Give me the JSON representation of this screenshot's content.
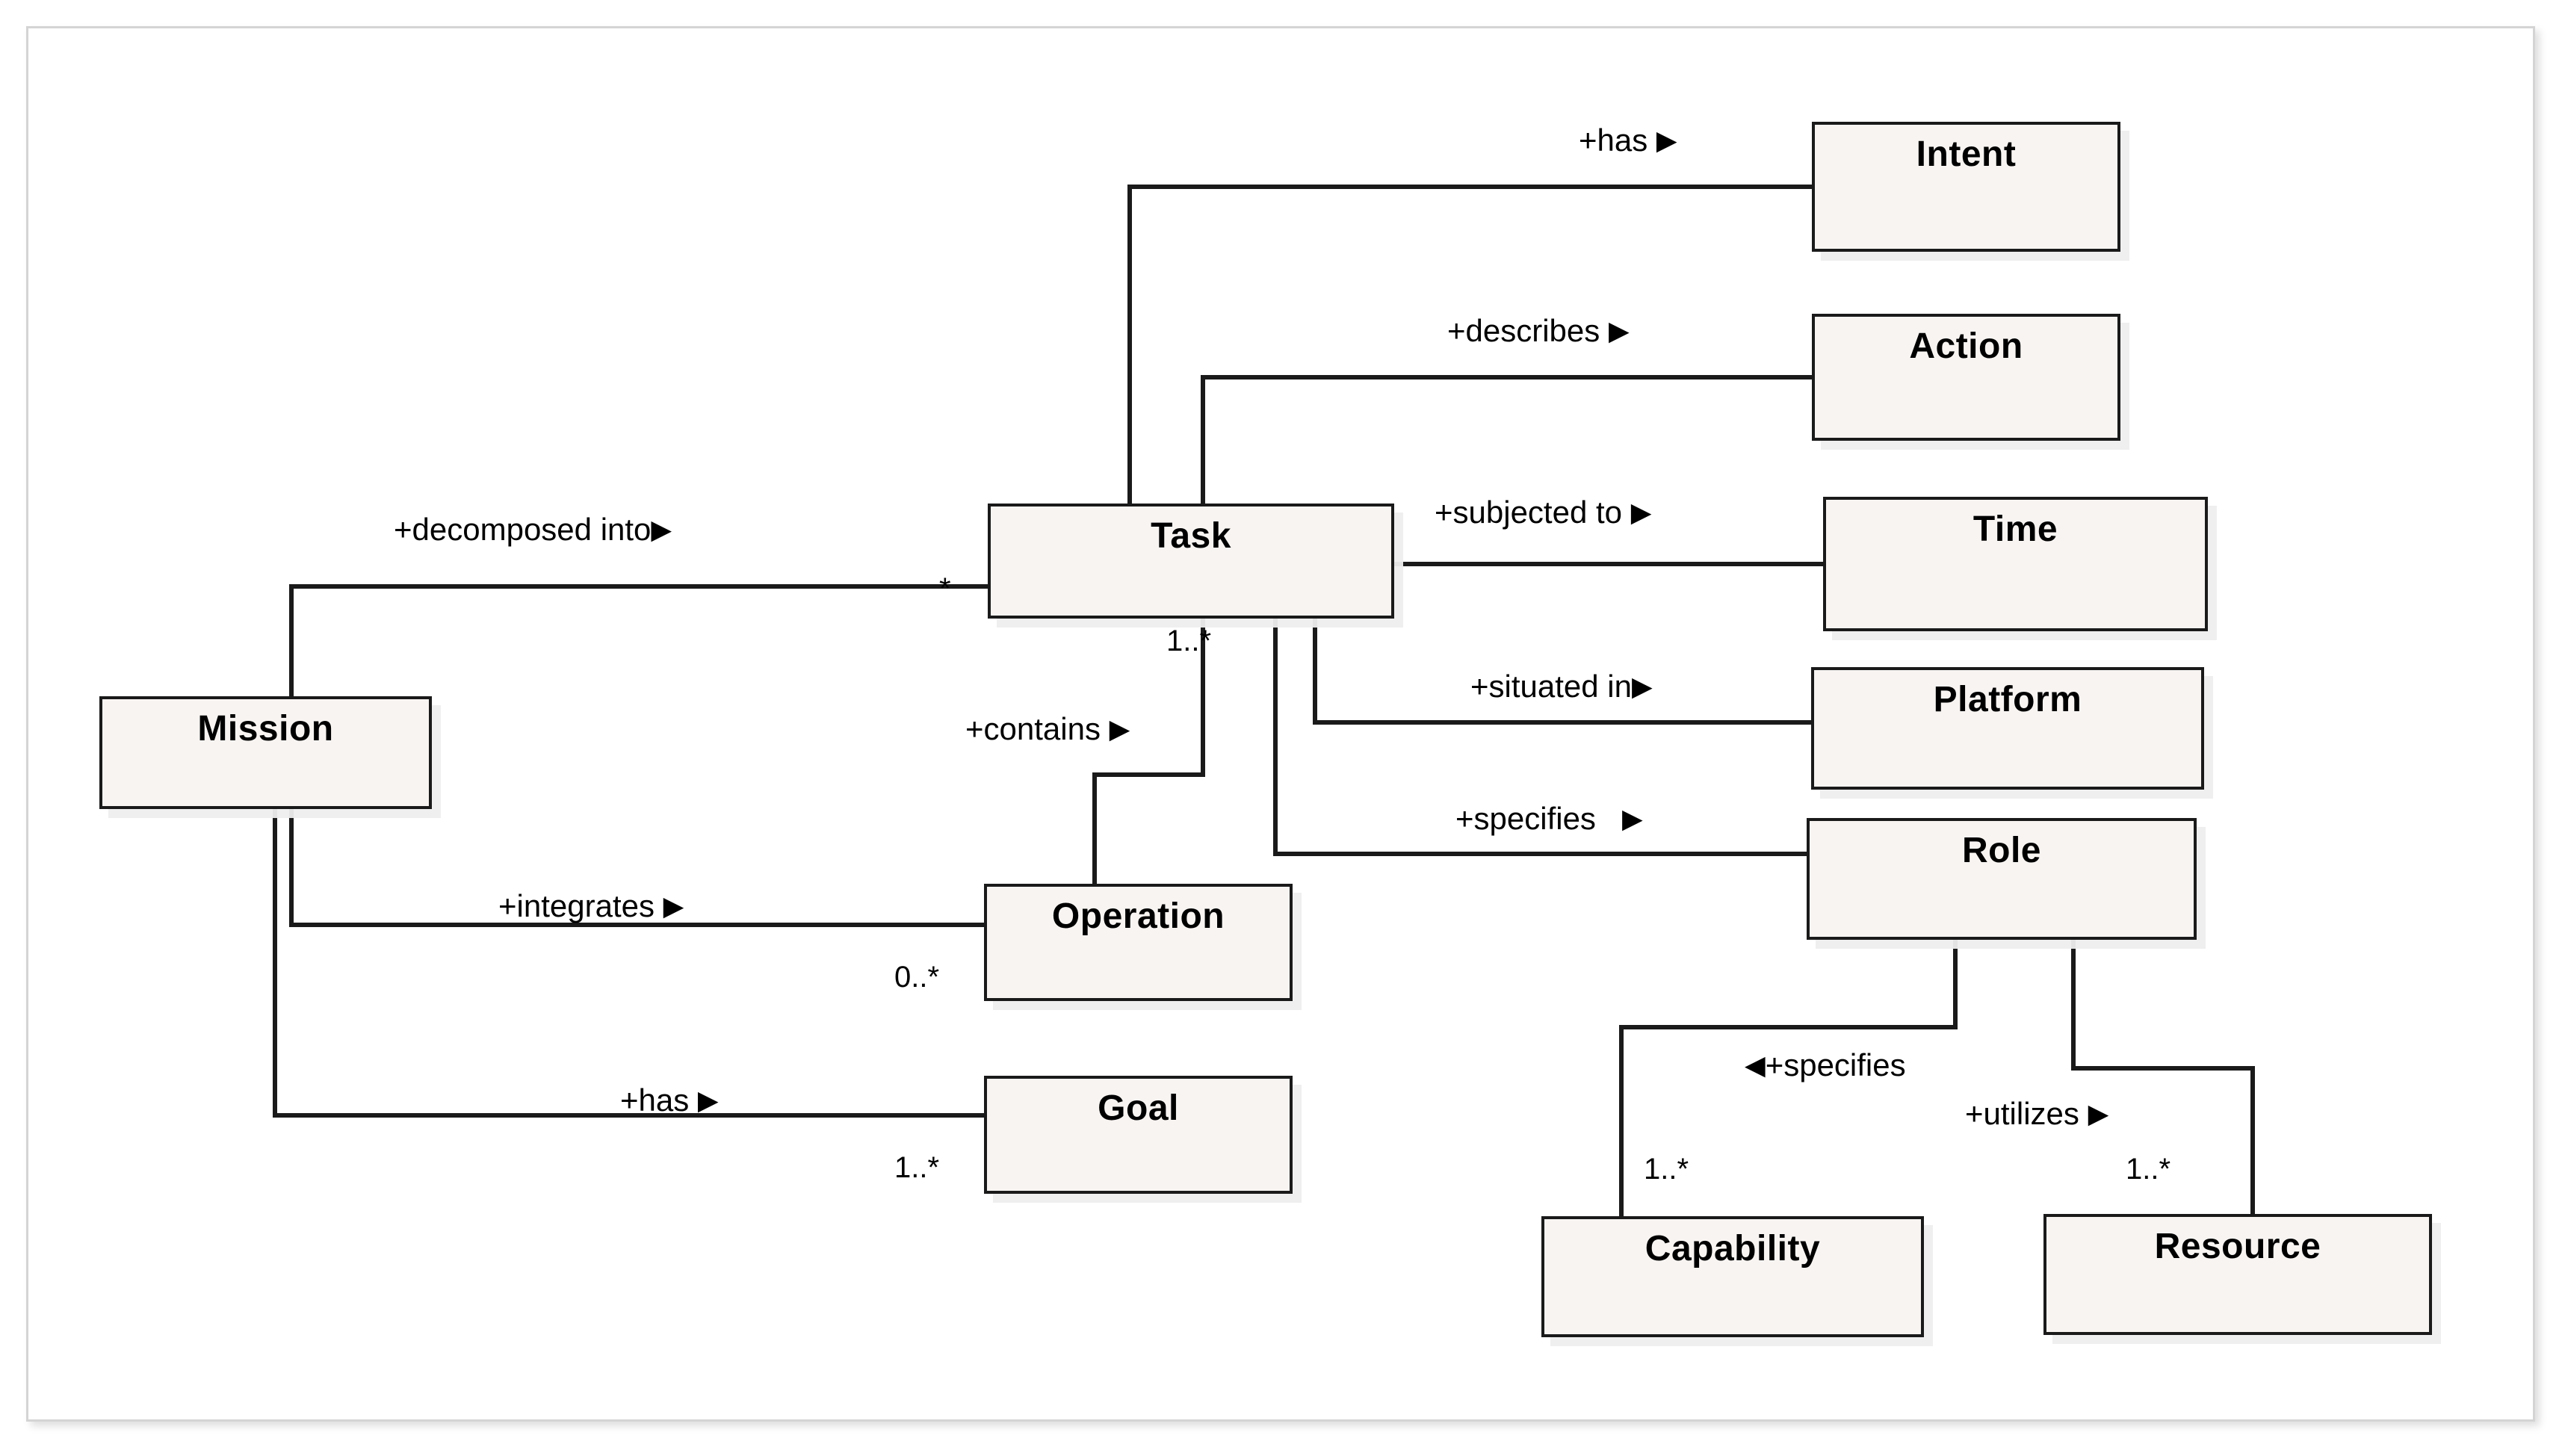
{
  "diagram": {
    "type": "uml-class-diagram",
    "nodes": [
      {
        "id": "mission",
        "label": "Mission"
      },
      {
        "id": "task",
        "label": "Task"
      },
      {
        "id": "operation",
        "label": "Operation"
      },
      {
        "id": "goal",
        "label": "Goal"
      },
      {
        "id": "intent",
        "label": "Intent"
      },
      {
        "id": "action",
        "label": "Action"
      },
      {
        "id": "time",
        "label": "Time"
      },
      {
        "id": "platform",
        "label": "Platform"
      },
      {
        "id": "role",
        "label": "Role"
      },
      {
        "id": "capability",
        "label": "Capability"
      },
      {
        "id": "resource",
        "label": "Resource"
      }
    ],
    "edges": [
      {
        "id": "mission-task",
        "from": "mission",
        "to": "task",
        "label": "+decomposed into",
        "arrow": "right",
        "multiplicity": "*"
      },
      {
        "id": "task-contains-operation",
        "from": "task",
        "to": "operation",
        "label": "+contains",
        "arrow": "right",
        "multiplicity": "1..*"
      },
      {
        "id": "mission-operation",
        "from": "mission",
        "to": "operation",
        "label": "+integrates",
        "arrow": "right",
        "multiplicity": "0..*"
      },
      {
        "id": "mission-goal",
        "from": "mission",
        "to": "goal",
        "label": "+has",
        "arrow": "right",
        "multiplicity": "1..*"
      },
      {
        "id": "task-intent",
        "from": "task",
        "to": "intent",
        "label": "+has",
        "arrow": "right",
        "multiplicity": ""
      },
      {
        "id": "task-action",
        "from": "task",
        "to": "action",
        "label": "+describes",
        "arrow": "right",
        "multiplicity": ""
      },
      {
        "id": "task-time",
        "from": "task",
        "to": "time",
        "label": "+subjected to",
        "arrow": "right",
        "multiplicity": ""
      },
      {
        "id": "task-platform",
        "from": "task",
        "to": "platform",
        "label": "+situated in",
        "arrow": "right",
        "multiplicity": ""
      },
      {
        "id": "task-role",
        "from": "task",
        "to": "role",
        "label": "+specifies",
        "arrow": "right",
        "multiplicity": ""
      },
      {
        "id": "role-capability",
        "from": "role",
        "to": "capability",
        "label": "+specifies",
        "arrow": "left",
        "multiplicity": "1..*"
      },
      {
        "id": "role-resource",
        "from": "role",
        "to": "resource",
        "label": "+utilizes",
        "arrow": "right",
        "multiplicity": "1..*"
      }
    ],
    "arrow_glyphs": {
      "right": "▶",
      "left": "◀"
    },
    "colors": {
      "node_fill": "#f7f4f2",
      "node_border": "#1a1a1a",
      "node_shadow": "#eeeeee",
      "edge_line": "#1a1a1a",
      "frame_border": "#d4d4d4",
      "canvas_background": "#ffffff",
      "text": "#000000"
    }
  }
}
